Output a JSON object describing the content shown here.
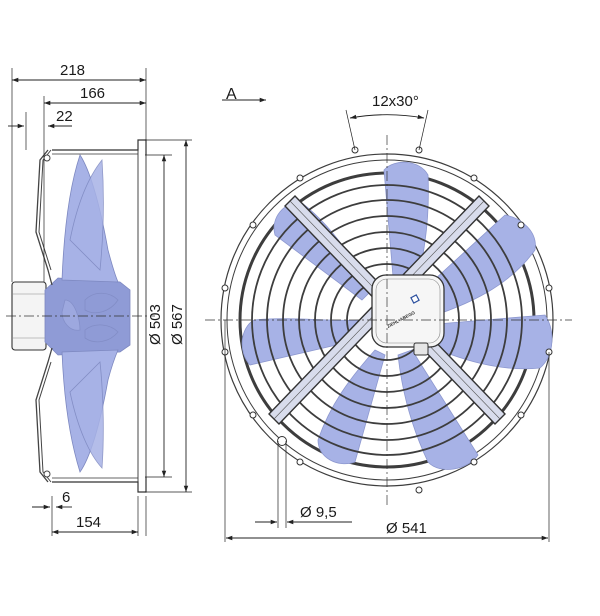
{
  "side_view": {
    "dim_overall_depth": "218",
    "dim_guard_depth": "166",
    "dim_motor_offset": "22",
    "dim_blade_diameter": "Ø 503",
    "dim_guard_diameter": "Ø 567",
    "dim_ring_thickness": "6",
    "dim_mount_depth": "154"
  },
  "front_view": {
    "view_label": "A",
    "dim_hole_pattern": "12x30°",
    "dim_hole_diameter": "Ø 9,5",
    "dim_bolt_circle": "Ø 541",
    "brand_label": "ZIEHL-ABEGG"
  },
  "colors": {
    "blade": "#a7b2e6",
    "lines": "#222222"
  }
}
